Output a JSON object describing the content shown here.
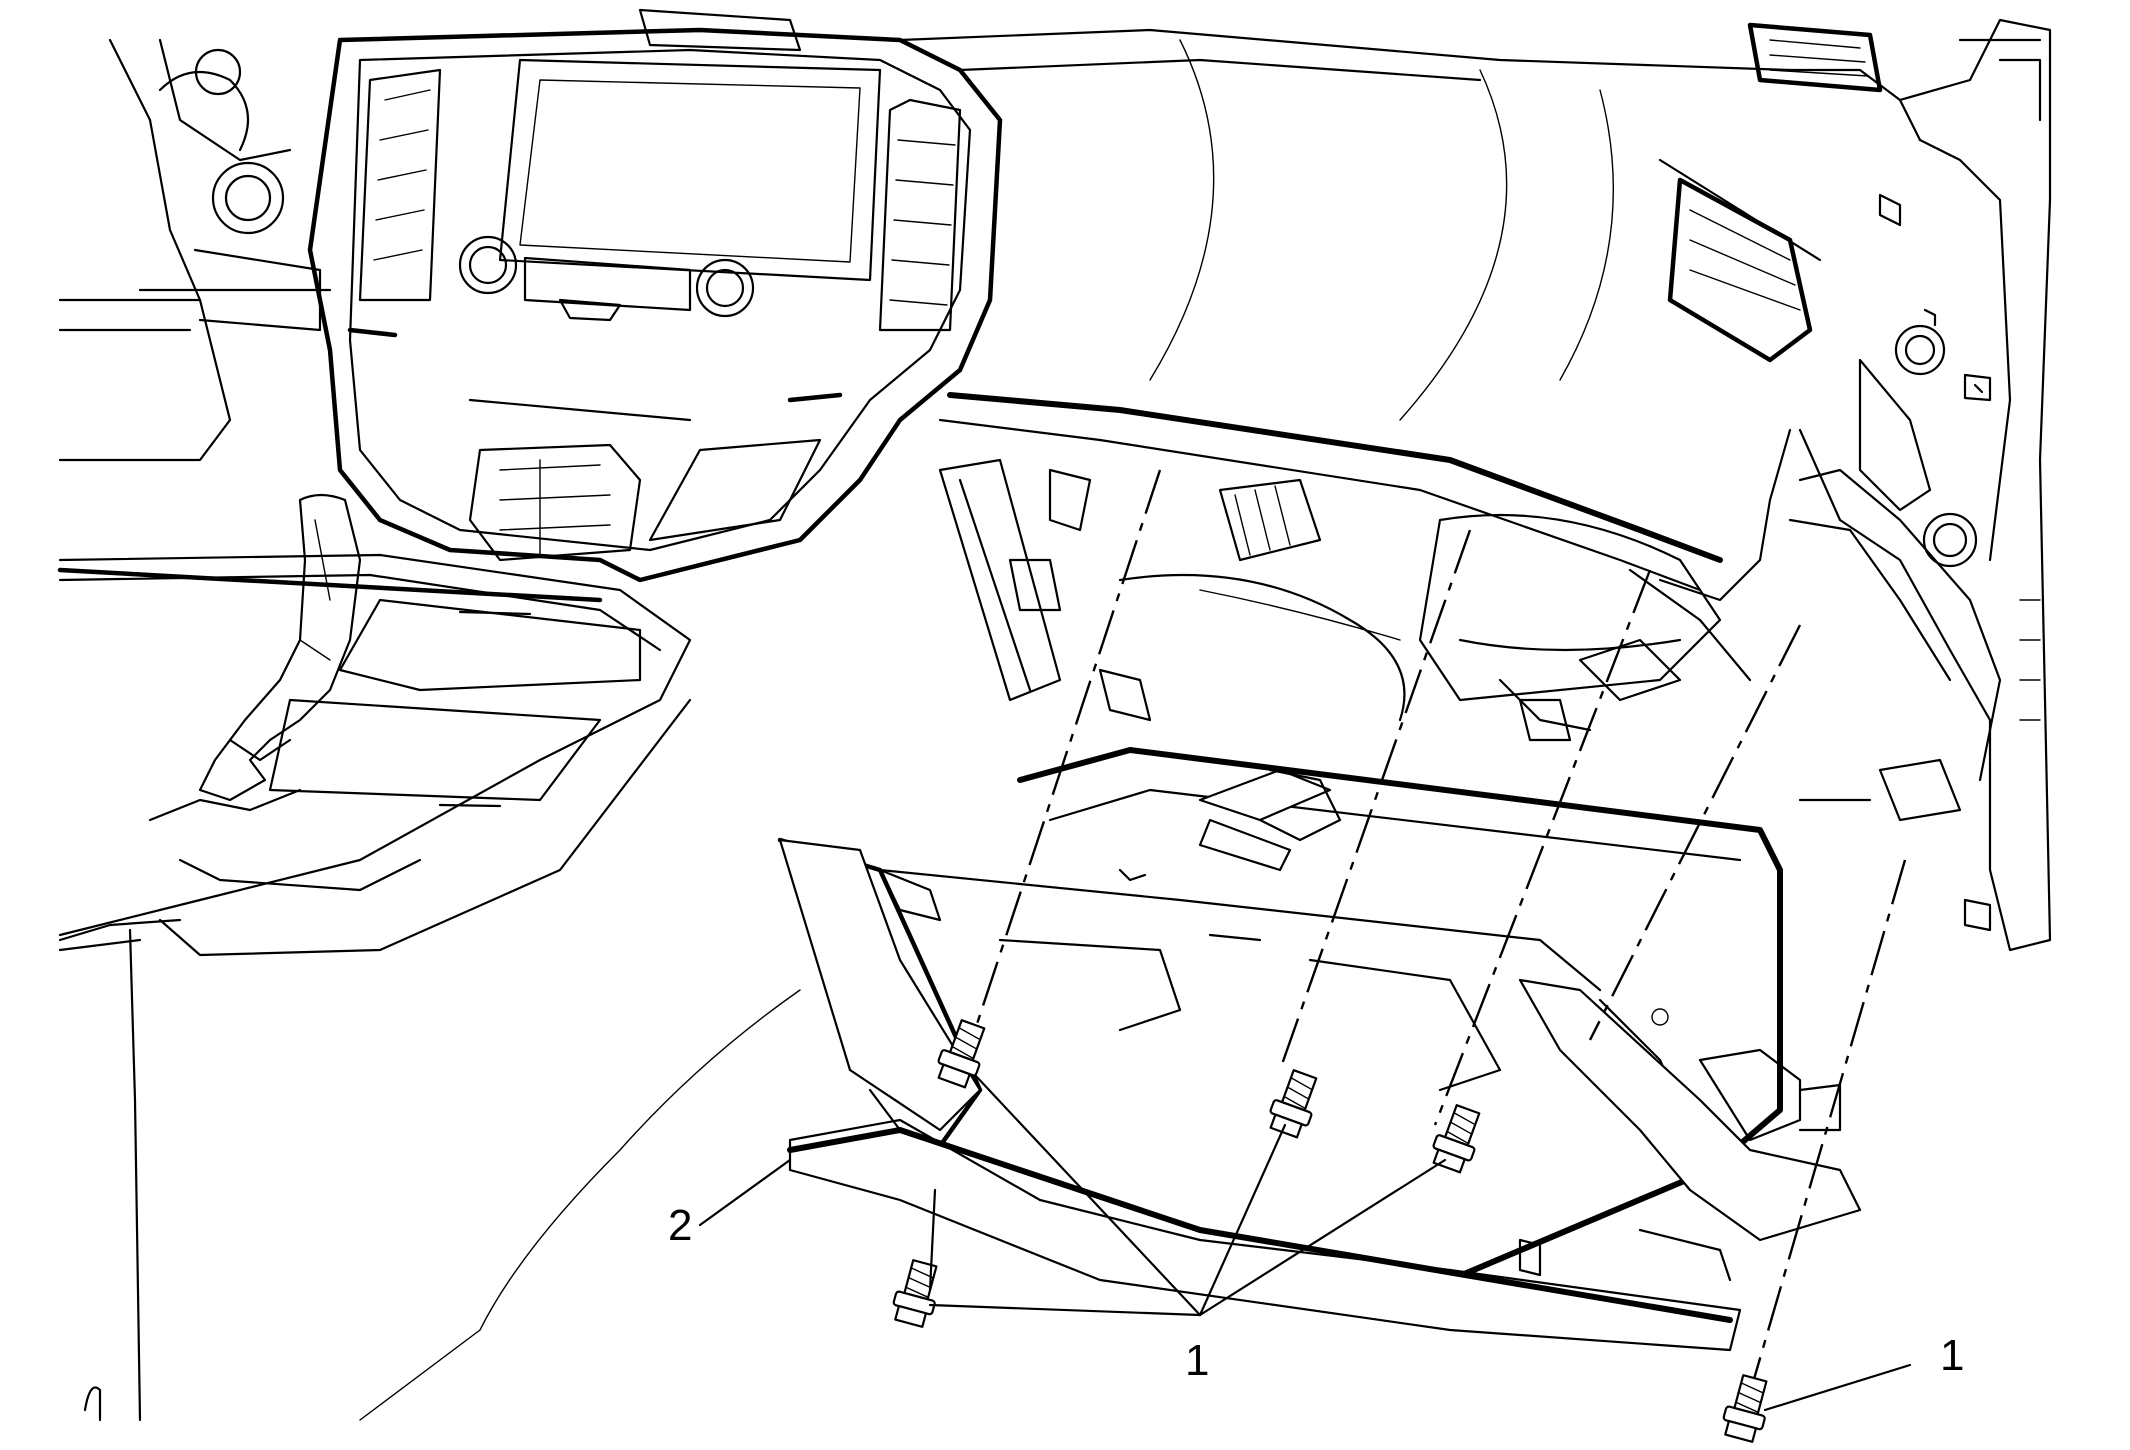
{
  "callouts": [
    {
      "id": "c1",
      "label": "1"
    },
    {
      "id": "c2",
      "label": "2"
    },
    {
      "id": "c3",
      "label": "1"
    }
  ]
}
